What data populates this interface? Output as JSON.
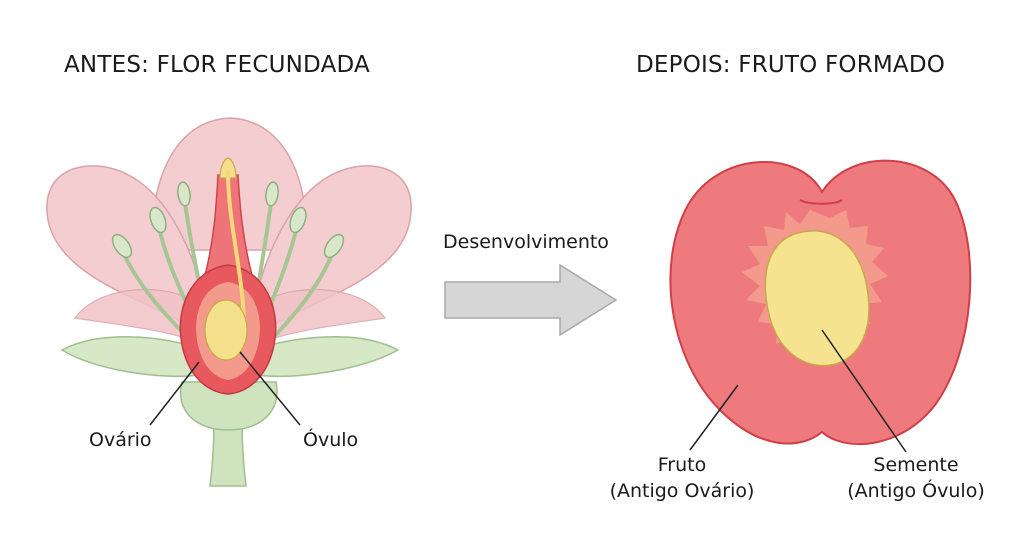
{
  "before": {
    "title": "ANTES: FLOR FECUNDADA",
    "labels": {
      "ovary": "Ovário",
      "ovule": "Óvulo"
    }
  },
  "arrow": {
    "label": "Desenvolvimento"
  },
  "after": {
    "title": "DEPOIS: FRUTO FORMADO",
    "labels": {
      "fruit": "Fruto",
      "fruit_note": "(Antigo Ovário)",
      "seed": "Semente",
      "seed_note": "(Antigo Óvulo)"
    }
  },
  "colors": {
    "petal": "#f3cdd0",
    "petal_stroke": "#d9a3a8",
    "stem": "#cfe3be",
    "stem_stroke": "#9fbf8f",
    "ovary_outer": "#e8585f",
    "ovary_inner": "#f39a8c",
    "ovule": "#f4e08a",
    "fruit": "#ef7a7e",
    "fruit_stroke": "#cf3f47",
    "seed": "#f6e38f",
    "arrow": "#d6d6d6"
  }
}
